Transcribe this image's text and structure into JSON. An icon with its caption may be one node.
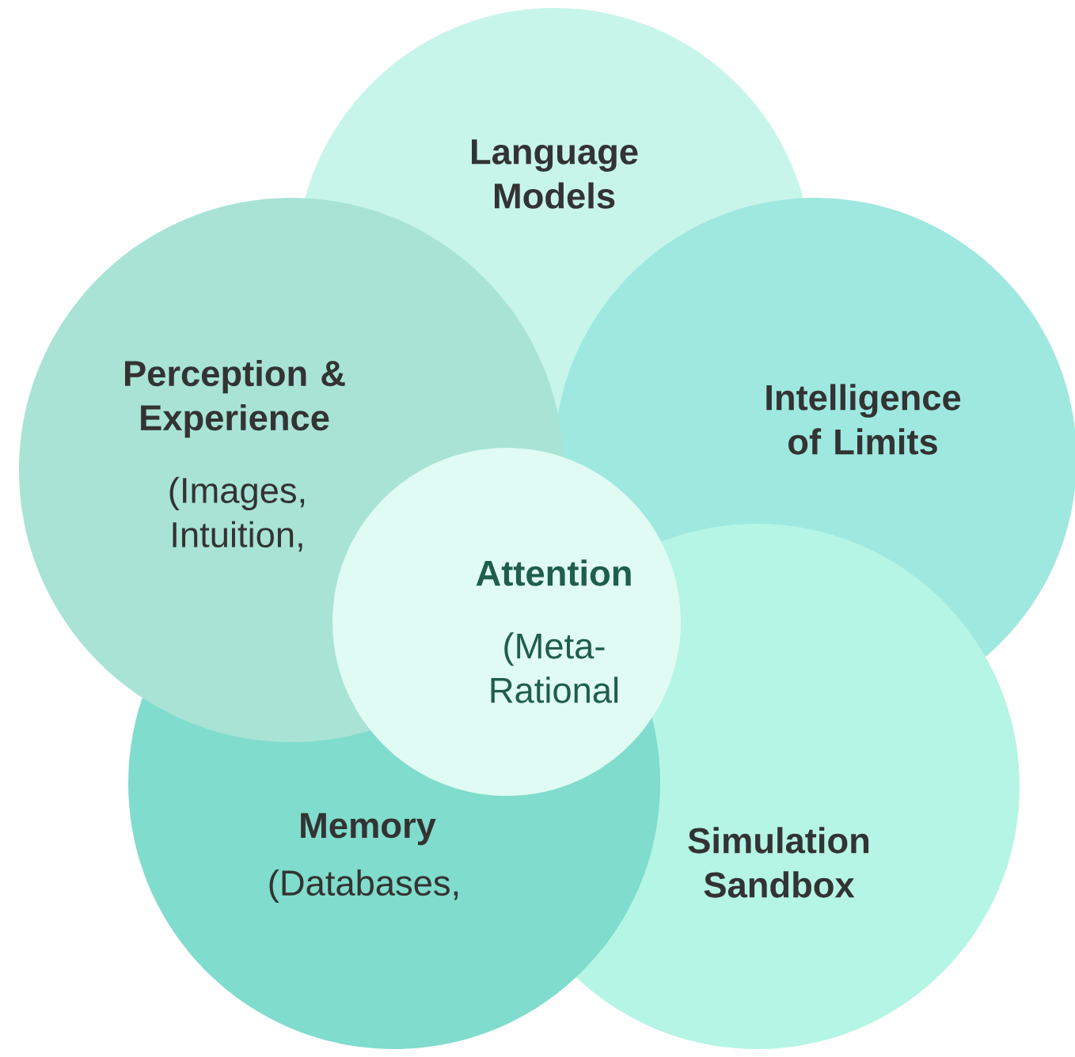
{
  "diagram": {
    "nodes": [
      {
        "text": [
          "Language Models"
        ]
      },
      {
        "text": [
          "Perception & Experience",
          "(Images, Intuition,"
        ]
      },
      {
        "text": [
          "Intelligence of Limits"
        ]
      },
      {
        "text": [
          "Attention",
          "(Meta-Rational"
        ]
      },
      {
        "text": [
          "Memory",
          "(Databases,"
        ]
      },
      {
        "text": [
          "Simulation Sandbox"
        ]
      }
    ]
  }
}
